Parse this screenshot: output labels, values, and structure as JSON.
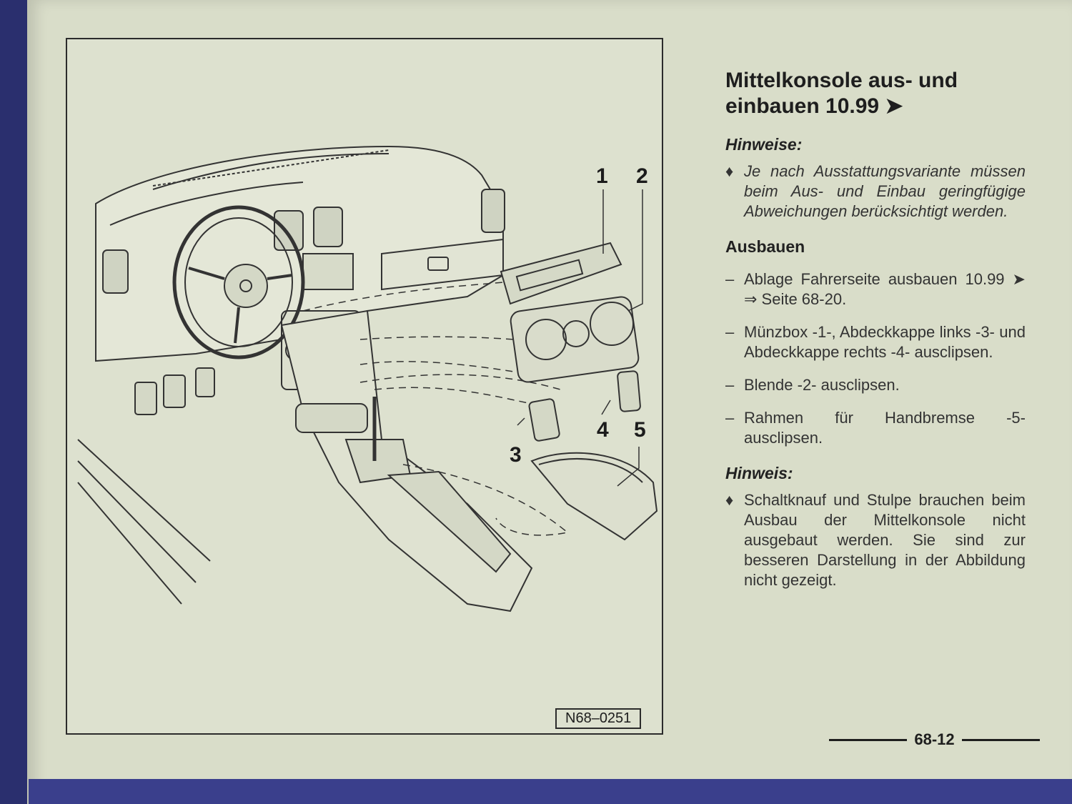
{
  "figure": {
    "code": "N68–0251",
    "callouts": [
      "1",
      "2",
      "3",
      "4",
      "5"
    ]
  },
  "section": {
    "title_line1": "Mittelkonsole aus- und",
    "title_line2": "einbauen 10.99 ➤",
    "notes_heading": "Hinweise:",
    "notes": [
      "Je nach Ausstattungsvariante müssen beim Aus- und Einbau geringfügige Abweichungen berücksichtigt werden."
    ],
    "removal_heading": "Ausbauen",
    "steps": [
      "Ablage Fahrerseite ausbauen 10.99 ➤ ⇒ Seite 68-20.",
      "Münzbox -1-, Abdeckkappe links -3- und Abdeckkappe rechts -4- ausclipsen.",
      "Blende -2- ausclipsen.",
      "Rahmen für Handbremse -5- ausclipsen."
    ],
    "note_heading": "Hinweis:",
    "note": "Schaltknauf und Stulpe brauchen beim Ausbau der Mittelkonsole nicht ausgebaut werden. Sie sind zur besseren Darstellung in der Abbildung nicht gezeigt.",
    "bullet_symbol": "♦",
    "dash_symbol": "–"
  },
  "footer": {
    "page_number": "68-12"
  }
}
